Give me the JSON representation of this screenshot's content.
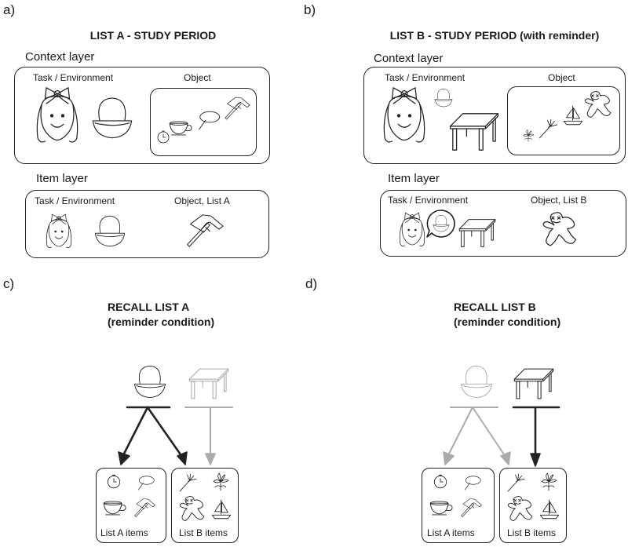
{
  "panels": {
    "a": {
      "letter": "a)",
      "title": "LIST A - STUDY PERIOD",
      "context_label": "Context layer",
      "context_task": "Task / Environment",
      "context_object": "Object",
      "item_label": "Item layer",
      "item_task": "Task / Environment",
      "item_object": "Object, List A"
    },
    "b": {
      "letter": "b)",
      "title": "LIST B - STUDY PERIOD (with reminder)",
      "context_label": "Context layer",
      "context_task": "Task / Environment",
      "context_object": "Object",
      "item_label": "Item layer",
      "item_task": "Task / Environment",
      "item_object": "Object, List B"
    },
    "c": {
      "letter": "c)",
      "title_line1": "RECALL LIST A",
      "title_line2": "(reminder condition)",
      "list_a_label": "List A items",
      "list_b_label": "List B items"
    },
    "d": {
      "letter": "d)",
      "title_line1": "RECALL LIST B",
      "title_line2": "(reminder condition)",
      "list_a_label": "List A items",
      "list_b_label": "List B items"
    }
  },
  "icons": [
    "girl-face-icon",
    "basket-icon",
    "table-icon",
    "hammer-icon",
    "pin-icon",
    "teacup-icon",
    "stopwatch-icon",
    "fork-icon",
    "flower-icon",
    "sailboat-icon",
    "gingerbread-icon"
  ],
  "colors": {
    "active": "#222222",
    "inactive": "#aaaaaa"
  }
}
